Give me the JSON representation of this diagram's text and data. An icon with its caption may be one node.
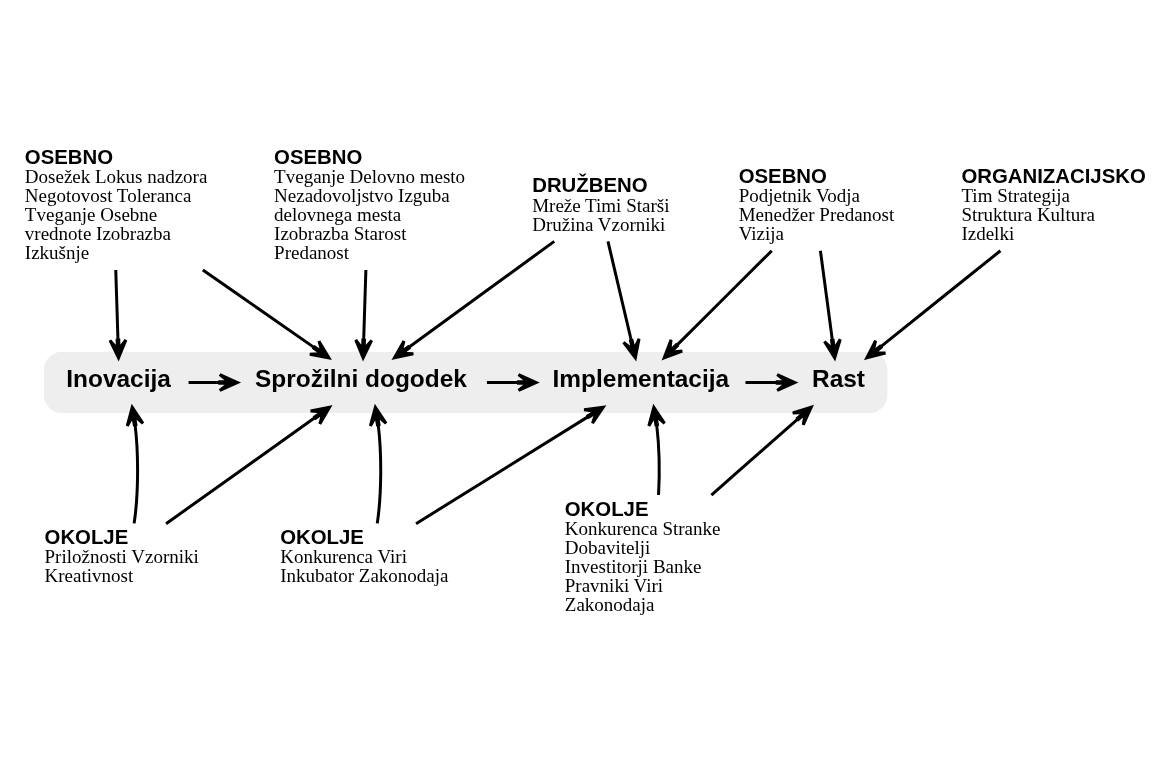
{
  "diagram": {
    "nodes": [
      {
        "text": [],
        "shape": "bar"
      },
      {
        "text": [
          "Inovacija"
        ],
        "in": 0
      },
      {
        "text": [
          "Sprožilni dogodek"
        ],
        "in": 0
      },
      {
        "text": [
          "Implementacija"
        ],
        "in": 0
      },
      {
        "text": [
          "Rast"
        ],
        "in": 0
      },
      {
        "text": [
          "OSEBNO",
          "Dosežek Lokus nadzora Negotovost Toleranca Tveganje Osebne vrednote Izobrazba Izkušnje"
        ]
      },
      {
        "text": [
          "OSEBNO",
          "Tveganje Delovno mesto Nezadovoljstvo Izguba delovnega mesta Izobrazba Starost Predanost"
        ]
      },
      {
        "text": [
          "DRUŽBENO",
          "Mreže Timi Starši Družina Vzorniki"
        ]
      },
      {
        "text": [
          "OSEBNO",
          "Podjetnik Vodja Menedžer Predanost Vizija"
        ]
      },
      {
        "text": [
          "ORGANIZACIJSKO",
          "Tim Strategija Struktura Kultura Izdelki"
        ]
      },
      {
        "text": [
          "OKOLJE",
          "Priložnosti Vzorniki Kreativnost"
        ]
      },
      {
        "text": [
          "OKOLJE",
          "Konkurenca Viri Inkubator Zakonodaja"
        ]
      },
      {
        "text": [
          "OKOLJE",
          "Konkurenca Stranke Dobavitelji Investitorji Banke Pravniki Viri Zakonodaja"
        ]
      }
    ],
    "edges": [
      {
        "from": 1,
        "to": 2,
        "arrow": "to"
      },
      {
        "from": 2,
        "to": 3,
        "arrow": "to"
      },
      {
        "from": 3,
        "to": 4,
        "arrow": "to"
      },
      {
        "from": 5,
        "to": 1,
        "arrow": "to"
      },
      {
        "from": 5,
        "to": 2,
        "arrow": "to"
      },
      {
        "from": 6,
        "to": 2,
        "arrow": "to"
      },
      {
        "from": 7,
        "to": 2,
        "arrow": "to"
      },
      {
        "from": 7,
        "to": 3,
        "arrow": "to"
      },
      {
        "from": 8,
        "to": 3,
        "arrow": "to"
      },
      {
        "from": 8,
        "to": 4,
        "arrow": "to"
      },
      {
        "from": 9,
        "to": 4,
        "arrow": "to"
      },
      {
        "from": 10,
        "to": 1,
        "arrow": "to"
      },
      {
        "from": 10,
        "to": 2,
        "arrow": "to"
      },
      {
        "from": 11,
        "to": 2,
        "arrow": "to"
      },
      {
        "from": 11,
        "to": 3,
        "arrow": "to"
      },
      {
        "from": 12,
        "to": 3,
        "arrow": "to"
      },
      {
        "from": 12,
        "to": 4,
        "arrow": "to"
      }
    ]
  }
}
